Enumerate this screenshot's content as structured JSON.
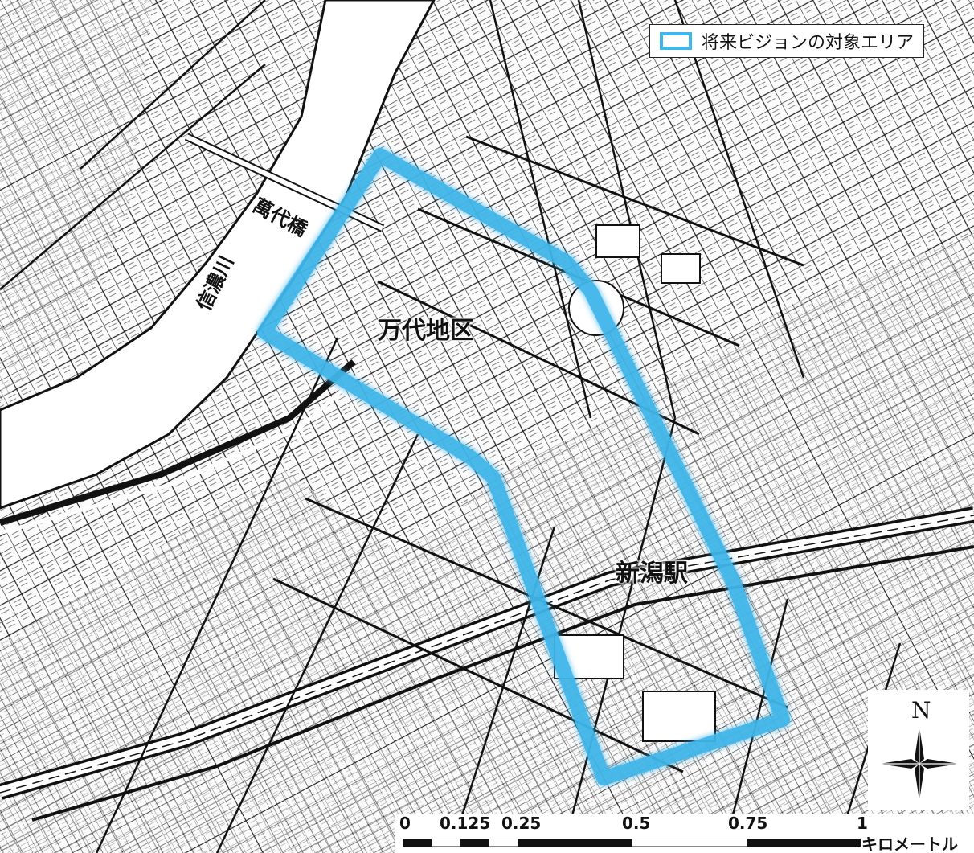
{
  "legend": {
    "label": "将来ビジョンの対象エリア",
    "area_color": "#41b6ea"
  },
  "labels": {
    "bridge": "萬代橋",
    "river": "信濃川",
    "district": "万代地区",
    "station": "新潟駅"
  },
  "compass": {
    "north_label": "N",
    "icon": "compass-rose-icon"
  },
  "scale_bar": {
    "ticks": [
      "0",
      "0.125",
      "0.25",
      "0.5",
      "0.75",
      "1"
    ],
    "unit": "キロメートル"
  }
}
